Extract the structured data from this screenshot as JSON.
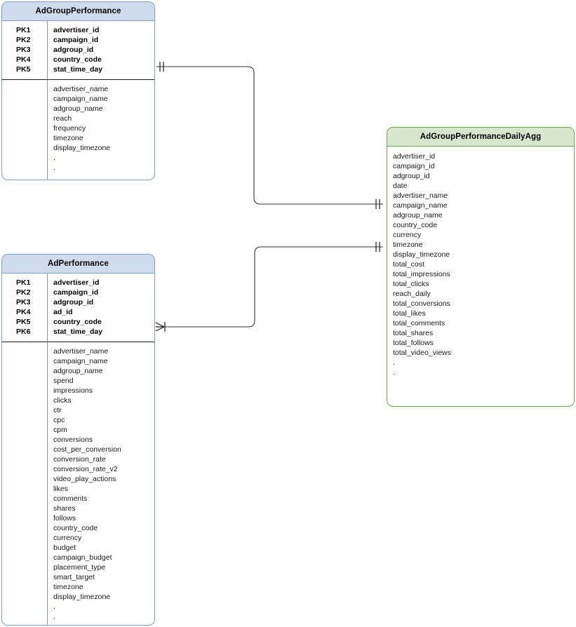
{
  "diagram": {
    "type": "entity-relationship-diagram",
    "background": "#ffffff",
    "colors": {
      "blue_header_fill": "#cfdcee",
      "blue_border": "#7c9ec9",
      "green_header_fill": "#d5e7cd",
      "green_border": "#6aa84f",
      "connector": "#333333",
      "divider": "#1b1b1b"
    }
  },
  "entities": {
    "adgroup_performance": {
      "title": "AdGroupPerformance",
      "style": "blue",
      "keys": [
        {
          "label": "PK1",
          "name": "advertiser_id"
        },
        {
          "label": "PK2",
          "name": "campaign_id"
        },
        {
          "label": "PK3",
          "name": "adgroup_id"
        },
        {
          "label": "PK4",
          "name": "country_code"
        },
        {
          "label": "PK5",
          "name": "stat_time_day"
        }
      ],
      "attributes": [
        "advertiser_name",
        "campaign_name",
        "adgroup_name",
        "reach",
        "frequency",
        "timezone",
        "display_timezone",
        ".",
        "."
      ]
    },
    "ad_performance": {
      "title": "AdPerformance",
      "style": "blue",
      "keys": [
        {
          "label": "PK1",
          "name": "advertiser_id"
        },
        {
          "label": "PK2",
          "name": "campaign_id"
        },
        {
          "label": "PK3",
          "name": "adgroup_id"
        },
        {
          "label": "PK4",
          "name": "ad_id"
        },
        {
          "label": "PK5",
          "name": "country_code"
        },
        {
          "label": "PK6",
          "name": "stat_time_day"
        }
      ],
      "attributes": [
        "advertiser_name",
        "campaign_name",
        "adgroup_name",
        "spend",
        "impressions",
        "clicks",
        "ctr",
        "cpc",
        "cpm",
        "conversions",
        "cost_per_conversion",
        "conversion_rate",
        "conversion_rate_v2",
        "video_play_actions",
        "likes",
        "comments",
        "shares",
        "follows",
        "country_code",
        "currency",
        "budget",
        "campaign_budget",
        "placement_type",
        "smart_target",
        "timezone",
        "display_timezone",
        ".",
        "."
      ]
    },
    "adgroup_performance_daily_agg": {
      "title": "AdGroupPerformanceDailyAgg",
      "style": "green",
      "fields": [
        "advertiser_id",
        "campaign_id",
        "adgroup_id",
        "date",
        "advertiser_name",
        "campaign_name",
        "adgroup_name",
        "country_code",
        "currency",
        "timezone",
        "display_timezone",
        "total_cost",
        "total_impressions",
        "total_clicks",
        "reach_daily",
        "total_conversions",
        "total_likes",
        "total_comments",
        "total_shares",
        "total_follows",
        "total_video_views",
        ".",
        "."
      ]
    }
  },
  "relationships": [
    {
      "id": "rel-adgroupperformance-to-dailyagg",
      "from": "AdGroupPerformance",
      "to": "AdGroupPerformanceDailyAgg",
      "from_cardinality": "one-and-only-one",
      "to_cardinality": "one-and-only-one"
    },
    {
      "id": "rel-adperformance-to-dailyagg",
      "from": "AdPerformance",
      "to": "AdGroupPerformanceDailyAgg",
      "from_cardinality": "many",
      "to_cardinality": "one-and-only-one"
    }
  ]
}
